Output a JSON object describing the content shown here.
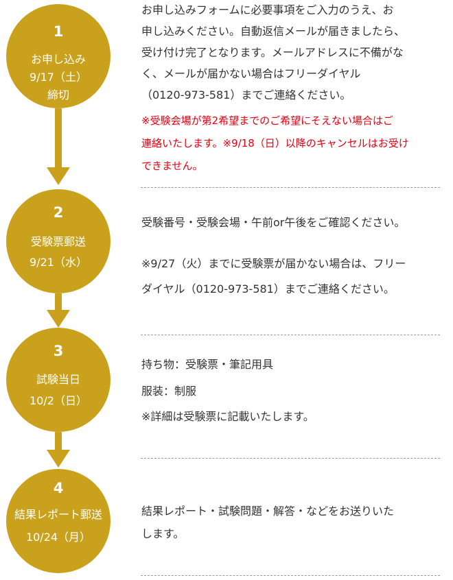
{
  "theme": {
    "accent": "#c9a11c",
    "notice": "#e60012",
    "text": "#333333"
  },
  "steps": [
    {
      "number": "1",
      "title": "お申し込み",
      "date": "9/17（土）",
      "date_suffix": "締切",
      "lines": [
        "お申し込みフォームに必要事項をご入力のうえ、お",
        "申し込みください。自動返信メールが届きましたら、",
        "受け付け完了となります。メールアドレスに不備がな",
        "く、メールが届かない場合はフリーダイヤル",
        "（0120-973-581）までご連絡ください。"
      ],
      "notice_lines": [
        "※受験会場が第2希望までのご希望にそえない場合はご",
        "連絡いたします。※9/18（日）以降のキャンセルはお受け",
        "できません。"
      ]
    },
    {
      "number": "2",
      "title": "受験票郵送",
      "date": "9/21（水）",
      "lines": [
        "受験番号・受験会場・午前or午後をご確認ください。",
        "※9/27（火）までに受験票が届かない場合は、フリー",
        "ダイヤル（0120-973-581）までご連絡ください。"
      ]
    },
    {
      "number": "3",
      "title": "試験当日",
      "date": "10/2（日）",
      "lines": [
        "持ち物：受験票・筆記用具",
        "服装：制服",
        "※詳細は受験票に記載いたします。"
      ]
    },
    {
      "number": "4",
      "title": "結果レポート郵送",
      "date": "10/24（月）",
      "lines": [
        "結果レポート・試験問題・解答・などをお送りいた",
        "します。"
      ]
    }
  ]
}
